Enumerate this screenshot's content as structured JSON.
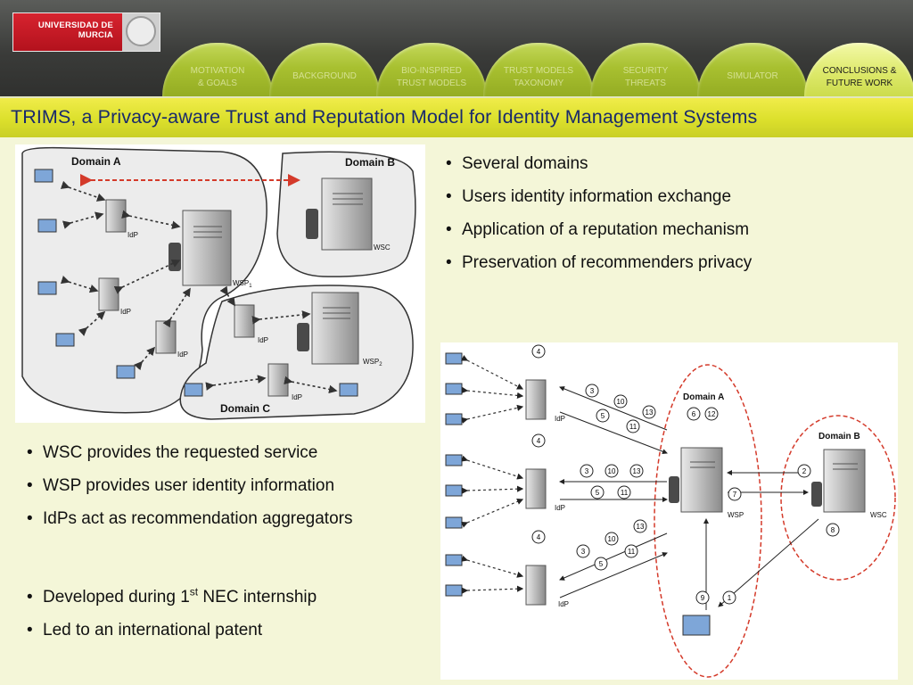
{
  "logo": {
    "line1": "UNIVERSIDAD DE",
    "line2": "MURCIA"
  },
  "nav": {
    "tabs": [
      {
        "line1": "MOTIVATION",
        "line2": "& GOALS"
      },
      {
        "line1": "BACKGROUND",
        "line2": ""
      },
      {
        "line1": "BIO-INSPIRED",
        "line2": "TRUST MODELS"
      },
      {
        "line1": "TRUST MODELS",
        "line2": "TAXONOMY"
      },
      {
        "line1": "SECURITY",
        "line2": "THREATS"
      },
      {
        "line1": "SIMULATOR",
        "line2": ""
      },
      {
        "line1": "CONCLUSIONS &",
        "line2": "FUTURE WORK"
      }
    ],
    "active_index": 6
  },
  "title": "TRIMS, a Privacy-aware Trust and Reputation Model for Identity Management Systems",
  "bullets_right": [
    "Several domains",
    "Users identity information exchange",
    "Application of a reputation mechanism",
    "Preservation of recommenders privacy"
  ],
  "bullets_left": [
    "WSC provides the requested service",
    "WSP provides user identity information",
    "IdPs act as recommendation aggregators"
  ],
  "bullets_bottom": {
    "dev_prefix": "Developed during 1",
    "dev_sup": "st",
    "dev_suffix": " NEC internship",
    "patent": "Led to an international patent"
  },
  "diagram1": {
    "domain_a": "Domain A",
    "domain_b": "Domain B",
    "domain_c": "Domain C",
    "idp": "IdP",
    "wsc": "WSC",
    "wsp1": "WSP",
    "wsp1_sub": "1",
    "wsp2": "WSP",
    "wsp2_sub": "2"
  },
  "diagram2": {
    "domain_a": "Domain A",
    "domain_b": "Domain B",
    "idp": "IdP",
    "wsp": "WSP",
    "wsc": "WSC",
    "steps": [
      "1",
      "2",
      "3",
      "4",
      "5",
      "6",
      "7",
      "8",
      "9",
      "10",
      "11",
      "12",
      "13"
    ]
  },
  "colors": {
    "header_dark": "#3a3b39",
    "tab_green": "#a8c030",
    "tab_active": "#dde96a",
    "title_band": "#dce02c",
    "title_text": "#1a2a6c",
    "page_bg": "#f4f6d8",
    "logo_red": "#c41a26",
    "red_arrow": "#d43a2a"
  }
}
